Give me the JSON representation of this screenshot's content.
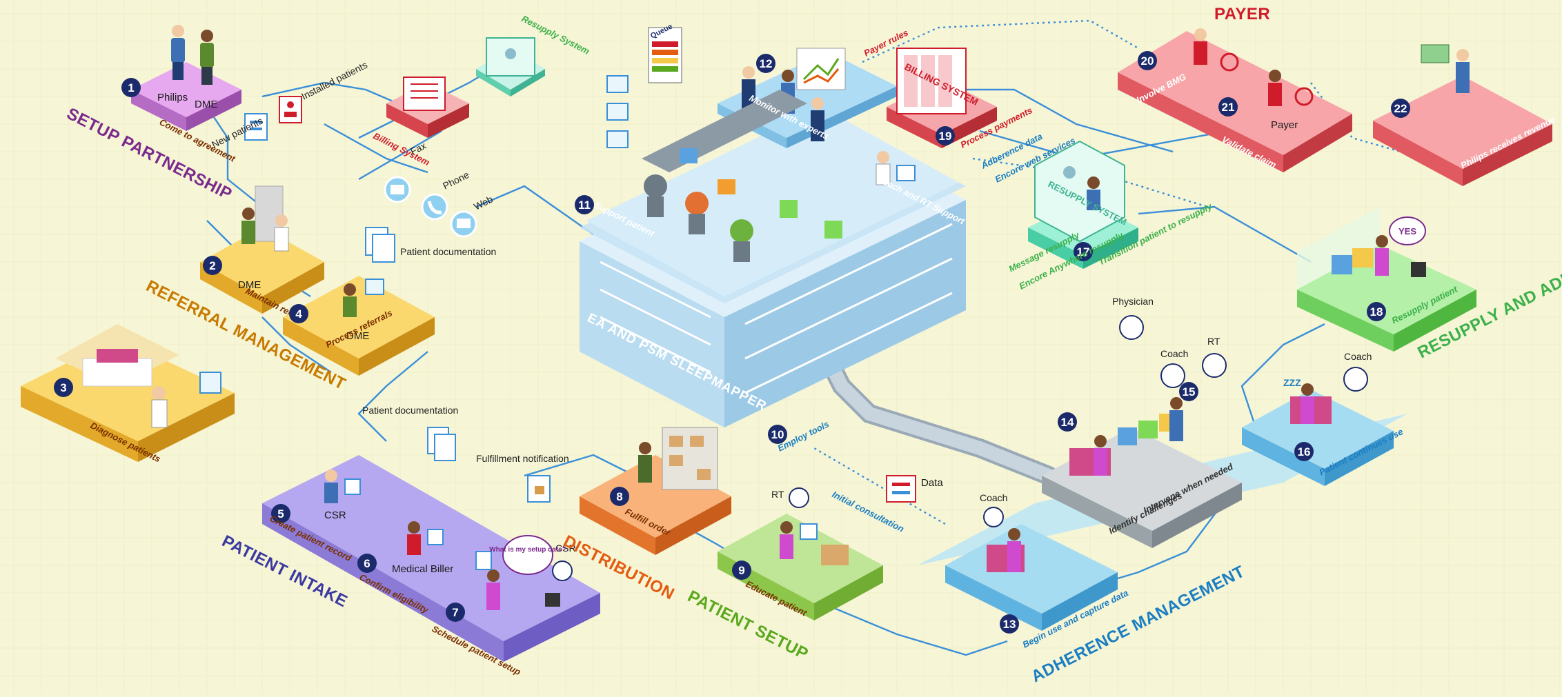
{
  "stages": [
    {
      "title": "SETUP PARTNERSHIP",
      "color": "#7a2a8c"
    },
    {
      "title": "REFERRAL MANAGEMENT",
      "color": "#c77a00"
    },
    {
      "title": "PATIENT INTAKE",
      "color": "#3a3aa0"
    },
    {
      "title": "DISTRIBUTION",
      "color": "#e35b0f"
    },
    {
      "title": "PATIENT SETUP",
      "color": "#5aa81e"
    },
    {
      "title": "ADHERENCE MANAGEMENT",
      "color": "#1b7ec2"
    },
    {
      "title": "RESUPPLY AND ADHERENCE",
      "color": "#3cb04a"
    },
    {
      "title": "PAYER",
      "color": "#d01c2a"
    }
  ],
  "steps": [
    {
      "n": "1",
      "label": "Come to agreement"
    },
    {
      "n": "2",
      "label": "Maintain relationships"
    },
    {
      "n": "3",
      "label": "Diagnose patients"
    },
    {
      "n": "4",
      "label": "Process referrals"
    },
    {
      "n": "5",
      "label": "Create patient record"
    },
    {
      "n": "6",
      "label": "Confirm eligibility"
    },
    {
      "n": "7",
      "label": "Schedule patient setup"
    },
    {
      "n": "8",
      "label": "Fulfill order"
    },
    {
      "n": "9",
      "label": "Educate patient"
    },
    {
      "n": "10",
      "label": "Employ tools"
    },
    {
      "n": "11",
      "label": "Support patient"
    },
    {
      "n": "12",
      "label": "Monitor with experts"
    },
    {
      "n": "13",
      "label": "Begin use and capture data"
    },
    {
      "n": "14",
      "label": "Identify challenges"
    },
    {
      "n": "15",
      "label": "Intervene when needed"
    },
    {
      "n": "16",
      "label": "Patient continues use"
    },
    {
      "n": "17",
      "label": "Transition patient to resupply"
    },
    {
      "n": "18",
      "label": "Resupply patient"
    },
    {
      "n": "19",
      "label": "Process payments"
    },
    {
      "n": "20",
      "label": "Involve BMG"
    },
    {
      "n": "21",
      "label": "Validate claim"
    },
    {
      "n": "22",
      "label": "Philips receives revenue"
    }
  ],
  "roles": {
    "philips": "Philips",
    "dme": "DME",
    "csr": "CSR",
    "medical_biller": "Medical Biller",
    "payer": "Payer",
    "physician": "Physician",
    "coach": "Coach",
    "rt": "RT",
    "coach_rt_support": "Coach and RT Support"
  },
  "annotations": {
    "new_patients": "New patients",
    "installed_patients": "Installed patients",
    "billing_system": "Billing System",
    "resupply_system": "Resupply System",
    "fax": "Fax",
    "phone": "Phone",
    "web": "Web",
    "patient_documentation": "Patient documentation",
    "fulfillment_notification": "Fulfillment notification",
    "what_is_setup": "What is my setup date?",
    "queue": "Queue",
    "payer_rules": "Payer rules",
    "billing_system_caps": "BILLING SYSTEM",
    "resupply_system_caps": "RESUPPLY SYSTEM",
    "adherence_data": "Adherence data",
    "encore_web_services": "Encore web services",
    "message_resupply": "Message resupply",
    "encore_anywhere_resupply": "Encore Anywhere resupply",
    "ea_sleepmapper": "EA AND PSM SLEEPMAPPER",
    "data": "Data",
    "initial_consultation": "Initial consultation",
    "yes": "YES",
    "zzz": "ZZZ"
  },
  "colors": {
    "background": "#f6f5d6",
    "flow": "#3a8fd8",
    "step_badge": "#1b2a6b",
    "purple": "#c98bd6",
    "yellow": "#f6c84a",
    "violet": "#a99be6",
    "orange": "#f7a25a",
    "green": "#a9dc7a",
    "blue": "#8fd0f0",
    "red": "#f28b8f",
    "teal": "#7fe0cc",
    "building": "#cfe6f5"
  }
}
